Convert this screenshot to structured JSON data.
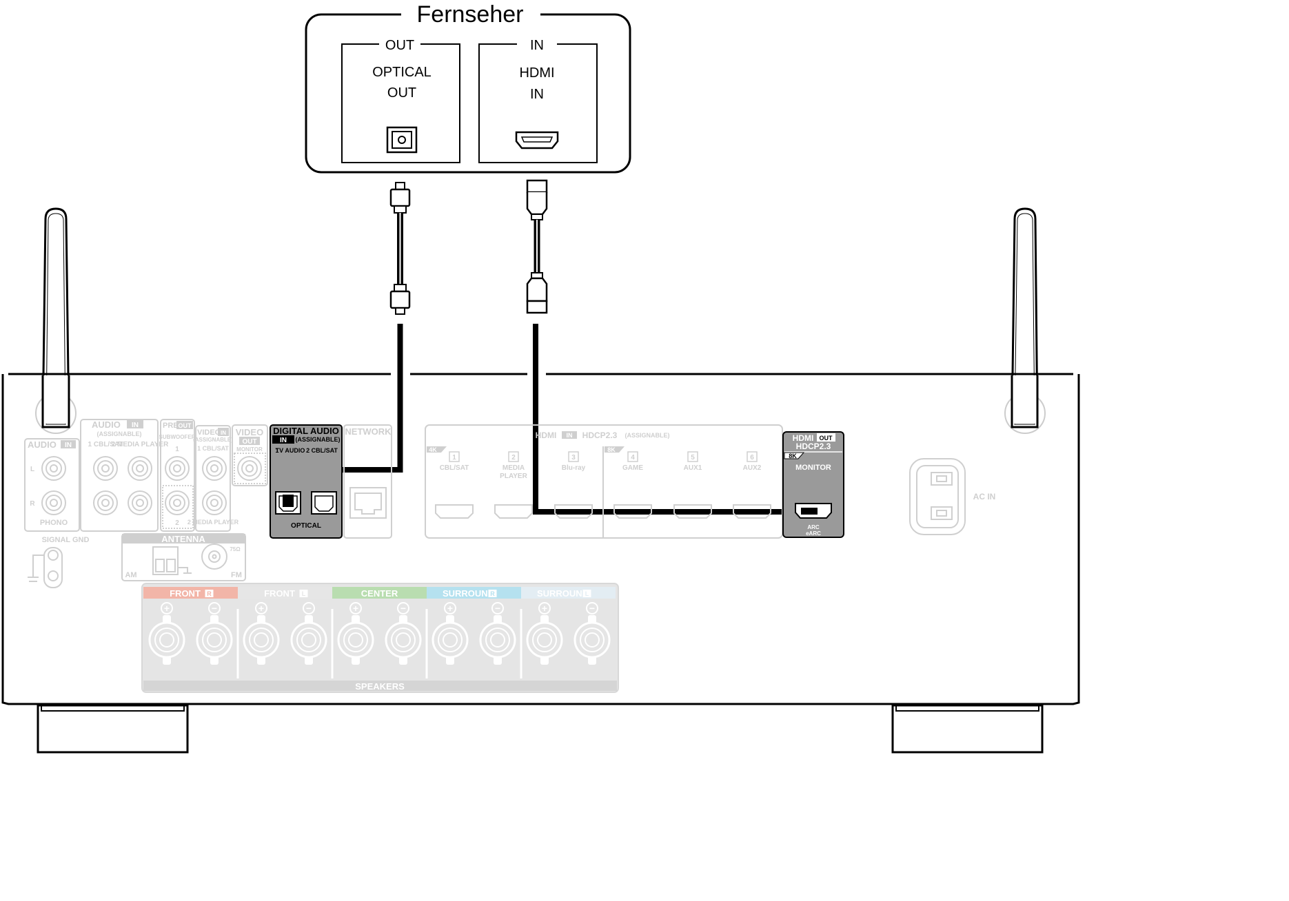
{
  "tv": {
    "title": "Fernseher",
    "out_group": "OUT",
    "out_port_line1": "OPTICAL",
    "out_port_line2": "OUT",
    "in_group": "IN",
    "in_port_line1": "HDMI",
    "in_port_line2": "IN"
  },
  "receiver": {
    "audio_in": {
      "title": "AUDIO",
      "badge": "IN",
      "l": "L",
      "r": "R",
      "phono": "PHONO"
    },
    "signal_gnd": "SIGNAL GND",
    "audio_in_assignable": {
      "title": "AUDIO",
      "badge": "IN",
      "sub": "(ASSIGNABLE)",
      "in1": "1 CBL/SAT",
      "in2": "2 MEDIA PLAYER"
    },
    "pre_out": {
      "title": "PRE",
      "badge": "OUT",
      "sub": "SUBWOOFER",
      "n1": "1",
      "n2": "2"
    },
    "video_in": {
      "title": "VIDEO",
      "badge": "IN",
      "sub": "(ASSIGNABLE)",
      "in1": "1 CBL/SAT",
      "in2": "2 MEDIA PLAYER"
    },
    "video_out": {
      "title": "VIDEO",
      "badge": "OUT",
      "monitor": "MONITOR"
    },
    "digital_audio": {
      "title": "DIGITAL AUDIO",
      "badge": "IN",
      "sub": "(ASSIGNABLE)",
      "in1_num": "1",
      "in1_name": "TV AUDIO",
      "in2": "2 CBL/SAT",
      "optical": "OPTICAL"
    },
    "network": "NETWORK",
    "antenna": {
      "title": "ANTENNA",
      "am": "AM",
      "fm": "FM",
      "ohm": "75Ω"
    },
    "hdmi_in": {
      "title": "HDMI",
      "badge": "IN",
      "hdcp": "HDCP2.3",
      "sub": "(ASSIGNABLE)",
      "group_4k": "4K",
      "group_8k": "8K",
      "ports": [
        {
          "num": "1",
          "name": "CBL/SAT"
        },
        {
          "num": "2",
          "name": "MEDIA PLAYER"
        },
        {
          "num": "3",
          "name": "Blu-ray"
        },
        {
          "num": "4",
          "name": "GAME"
        },
        {
          "num": "5",
          "name": "AUX1"
        },
        {
          "num": "6",
          "name": "AUX2"
        }
      ]
    },
    "hdmi_out": {
      "title": "HDMI",
      "badge": "OUT",
      "hdcp": "HDCP2.3",
      "tag": "8K",
      "monitor": "MONITOR",
      "arc": "ARC",
      "earc": "eARC"
    },
    "ac_in": "AC IN",
    "speakers": {
      "title": "SPEAKERS",
      "plus": "+",
      "minus": "−",
      "channels": [
        {
          "name": "FRONT",
          "badge": "R",
          "color": "#f2b5a8"
        },
        {
          "name": "FRONT",
          "badge": "L",
          "color": "#e6e6e6"
        },
        {
          "name": "CENTER",
          "badge": "",
          "color": "#b9ddb0"
        },
        {
          "name": "SURROUND",
          "badge": "R",
          "color": "#b5e1ef"
        },
        {
          "name": "SURROUND",
          "badge": "L",
          "color": "#e3edf3"
        }
      ]
    }
  },
  "colors": {
    "line": "#000000",
    "faded": "#cfcfcf",
    "faded_fill": "#efefef",
    "highlight_fill": "#999999",
    "cable": "#000000"
  }
}
